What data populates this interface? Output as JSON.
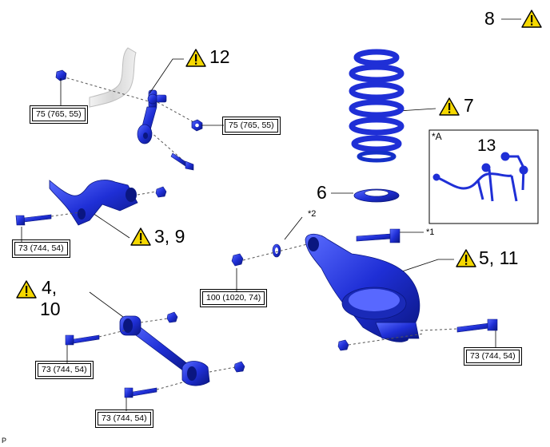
{
  "page_mark": "P",
  "callouts": {
    "c8": "8",
    "c12": "12",
    "c7": "7",
    "c13": "13",
    "c6": "6",
    "c3_9": "3, 9",
    "c5_11": "5, 11",
    "c4_10_line1": "4,",
    "c4_10_line2": "10"
  },
  "refs": {
    "star_a": "*A",
    "star_1": "*1",
    "star_2": "*2"
  },
  "torque_labels": [
    "75 (765, 55)",
    "75 (765, 55)",
    "73 (744, 54)",
    "100 (1020, 74)",
    "73 (744, 54)",
    "73 (744, 54)",
    "73 (744, 54)"
  ],
  "icons": [
    "caution-icon"
  ],
  "colors": {
    "part_blue": "#1f2fd6",
    "part_dark_blue": "#0a1680",
    "ghost_gray": "#d8d8d8",
    "warning_yellow": "#f5d800"
  }
}
